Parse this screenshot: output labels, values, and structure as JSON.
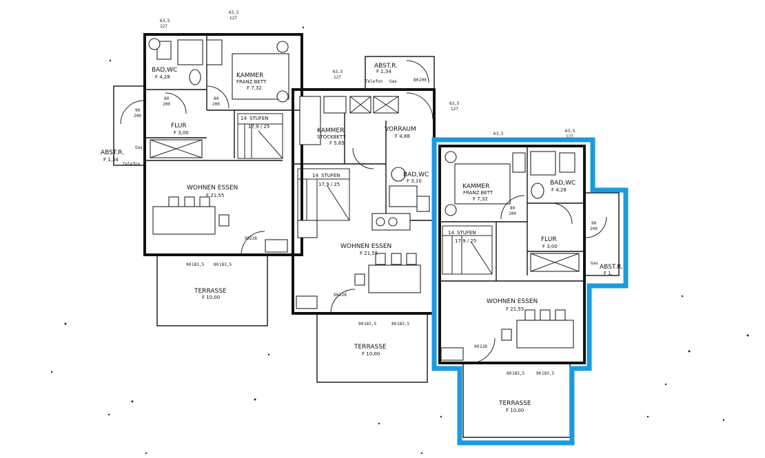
{
  "units": {
    "left": {
      "rooms": [
        {
          "name": "BAD,WC",
          "area": "F 4,28"
        },
        {
          "name": "KAMMER",
          "sub": "FRANZ.BETT",
          "area": "F 7,32"
        },
        {
          "name": "FLUR",
          "area": "F 3,00"
        },
        {
          "name": "ABST.R.",
          "area": "F 1,34"
        },
        {
          "name": "WOHNEN  ESSEN",
          "area": "F 21,55"
        },
        {
          "name": "TERRASSE",
          "area": "F 10,00"
        }
      ],
      "stairs": {
        "count": "14",
        "label": "STUFEN",
        "ratio": "17,9 / 25"
      },
      "door_labels": [
        "90",
        "200",
        "80",
        "200",
        "80",
        "200",
        "90",
        "228",
        "90",
        "183,5",
        "80",
        "183,5"
      ],
      "top_dims": [
        "63,5",
        "127",
        "63,5",
        "127"
      ],
      "misc": [
        "Telefon",
        "Gas"
      ]
    },
    "middle": {
      "rooms": [
        {
          "name": "ABST.R.",
          "area": "F 1,34"
        },
        {
          "name": "KAMMER",
          "sub": "STOCKBETT",
          "area": "F 5,65"
        },
        {
          "name": "VORRAUM",
          "area": "F 4,88"
        },
        {
          "name": "BAD,WC",
          "area": "F 3,10"
        },
        {
          "name": "WOHNEN  ESSEN",
          "area": "F 21,55"
        },
        {
          "name": "TERRASSE",
          "area": "F 10,00"
        }
      ],
      "stairs": {
        "count": "14",
        "label": "STUFEN",
        "ratio": "17,9 / 25"
      },
      "door_labels": [
        "80",
        "200",
        "90",
        "228",
        "90",
        "183,5",
        "80",
        "183,5"
      ],
      "top_dims": [
        "63,5",
        "127",
        "63,5",
        "127"
      ],
      "misc": [
        "Telefon",
        "Gas"
      ]
    },
    "right": {
      "rooms": [
        {
          "name": "KAMMER",
          "sub": "FRANZ.BETT",
          "area": "F 7,32"
        },
        {
          "name": "BAD,WC",
          "area": "F 4,28"
        },
        {
          "name": "FLUR",
          "area": "F 3,00"
        },
        {
          "name": "ABST.R.",
          "area": "F 1,"
        },
        {
          "name": "WOHNEN  ESSEN",
          "area": "F 21,55"
        },
        {
          "name": "TERRASSE",
          "area": "F 10,00"
        }
      ],
      "stairs": {
        "count": "14",
        "label": "STUFEN",
        "ratio": "17,9 / 25"
      },
      "door_labels": [
        "80",
        "200",
        "90",
        "200",
        "90",
        "228",
        "80",
        "183,5",
        "90",
        "183,5"
      ],
      "top_dims": [
        "63,5",
        "127",
        "63,5",
        "127"
      ],
      "misc": [
        "Gas"
      ]
    }
  },
  "highlight_color": "#1a9be0"
}
